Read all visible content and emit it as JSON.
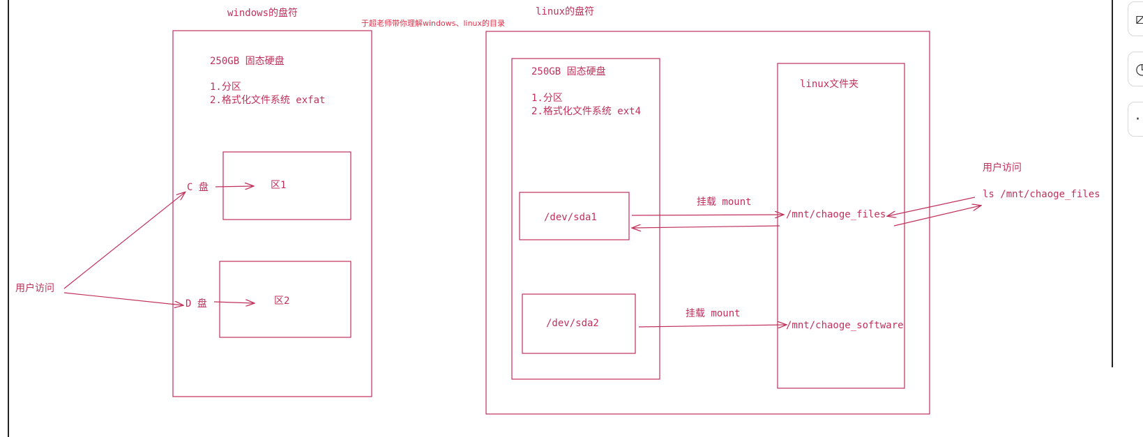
{
  "annotation_red": "于超老师带你理解windows、linux的目录",
  "windows": {
    "title": "windows的盘符",
    "disk": "250GB 固态硬盘",
    "step1": "1.分区",
    "step2": "2.格式化文件系统 exfat",
    "c_drive": "C 盘",
    "d_drive": "D 盘",
    "part1": "区1",
    "part2": "区2",
    "user": "用户访问"
  },
  "linux": {
    "title": "linux的盘符",
    "disk": "250GB 固态硬盘",
    "step1": "1.分区",
    "step2": "2.格式化文件系统 ext4",
    "folder": "linux文件夹",
    "sda1": "/dev/sda1",
    "sda2": "/dev/sda2",
    "mount1": "挂载 mount",
    "mount2": "挂载 mount",
    "mnt_files": "/mnt/chaoge_files",
    "mnt_software": "/mnt/chaoge_software",
    "user": "用户访问",
    "ls_cmd": "ls /mnt/chaoge_files"
  },
  "colors": {
    "stroke": "#c0305a",
    "annotation": "#e0304a"
  },
  "toolbar": {
    "icons": [
      "image-edit-icon",
      "clock-icon",
      "more-icon"
    ]
  }
}
